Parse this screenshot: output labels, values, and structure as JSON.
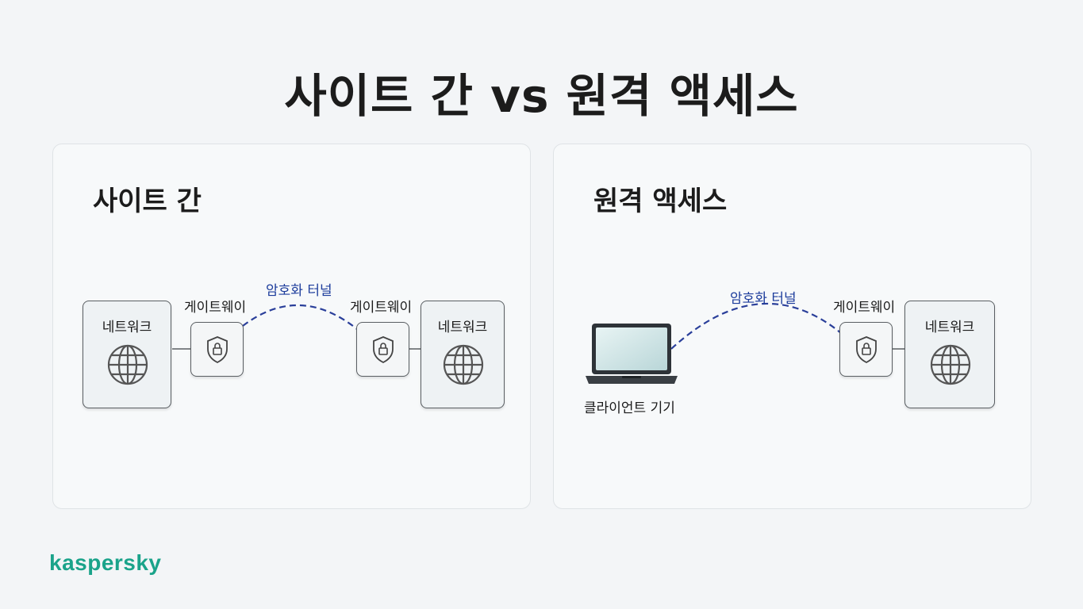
{
  "title": "사이트 간 vs 원격 액세스",
  "site_to_site": {
    "heading": "사이트 간",
    "network_left": "네트워크",
    "gateway_left": "게이트웨이",
    "tunnel": "암호화 터널",
    "gateway_right": "게이트웨이",
    "network_right": "네트워크"
  },
  "remote_access": {
    "heading": "원격 액세스",
    "client": "클라이언트 기기",
    "tunnel": "암호화 터널",
    "gateway": "게이트웨이",
    "network": "네트워크"
  },
  "brand": "kaspersky",
  "colors": {
    "tunnel": "#2a3f9a",
    "brand": "#1aa38a"
  }
}
